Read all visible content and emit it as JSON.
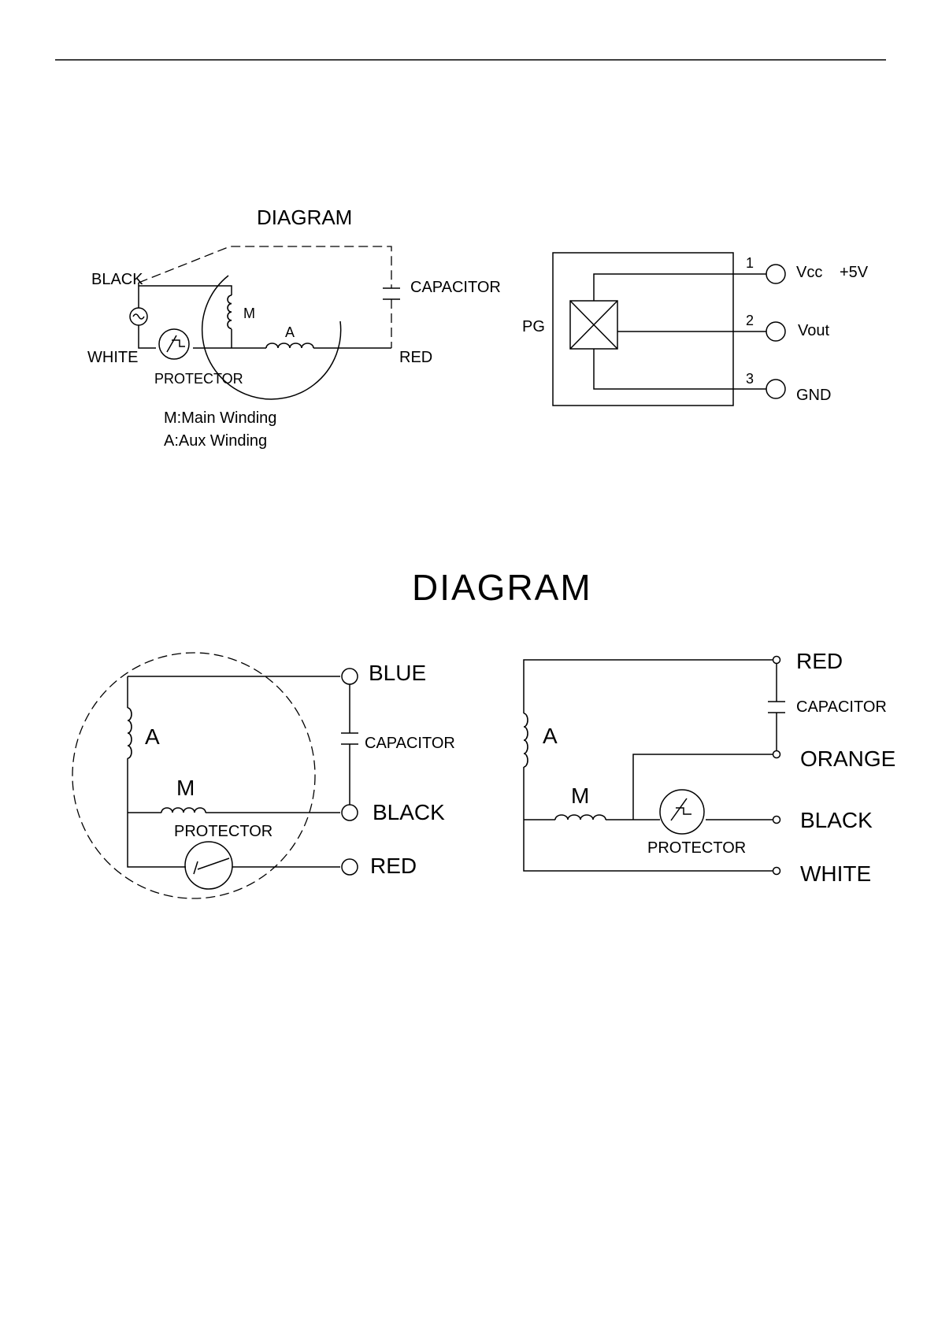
{
  "diagram1": {
    "title": "DIAGRAM",
    "labels": {
      "black": "BLACK",
      "white": "WHITE",
      "red": "RED",
      "capacitor": "CAPACITOR",
      "protector": "PROTECTOR",
      "m": "M",
      "a": "A"
    },
    "legend": [
      "M:Main Winding",
      "A:Aux Winding"
    ]
  },
  "pg_sensor": {
    "label": "PG",
    "pins": [
      {
        "number": "1",
        "name": "Vcc",
        "value": "+5V"
      },
      {
        "number": "2",
        "name": "Vout",
        "value": ""
      },
      {
        "number": "3",
        "name": "GND",
        "value": ""
      }
    ]
  },
  "section_title": "DIAGRAM",
  "diagram2": {
    "labels": {
      "blue": "BLUE",
      "capacitor": "CAPACITOR",
      "black": "BLACK",
      "red": "RED",
      "protector": "PROTECTOR",
      "a": "A",
      "m": "M"
    }
  },
  "diagram3": {
    "labels": {
      "red": "RED",
      "capacitor": "CAPACITOR",
      "orange": "ORANGE",
      "black": "BLACK",
      "white": "WHITE",
      "protector": "PROTECTOR",
      "a": "A",
      "m": "M"
    }
  }
}
